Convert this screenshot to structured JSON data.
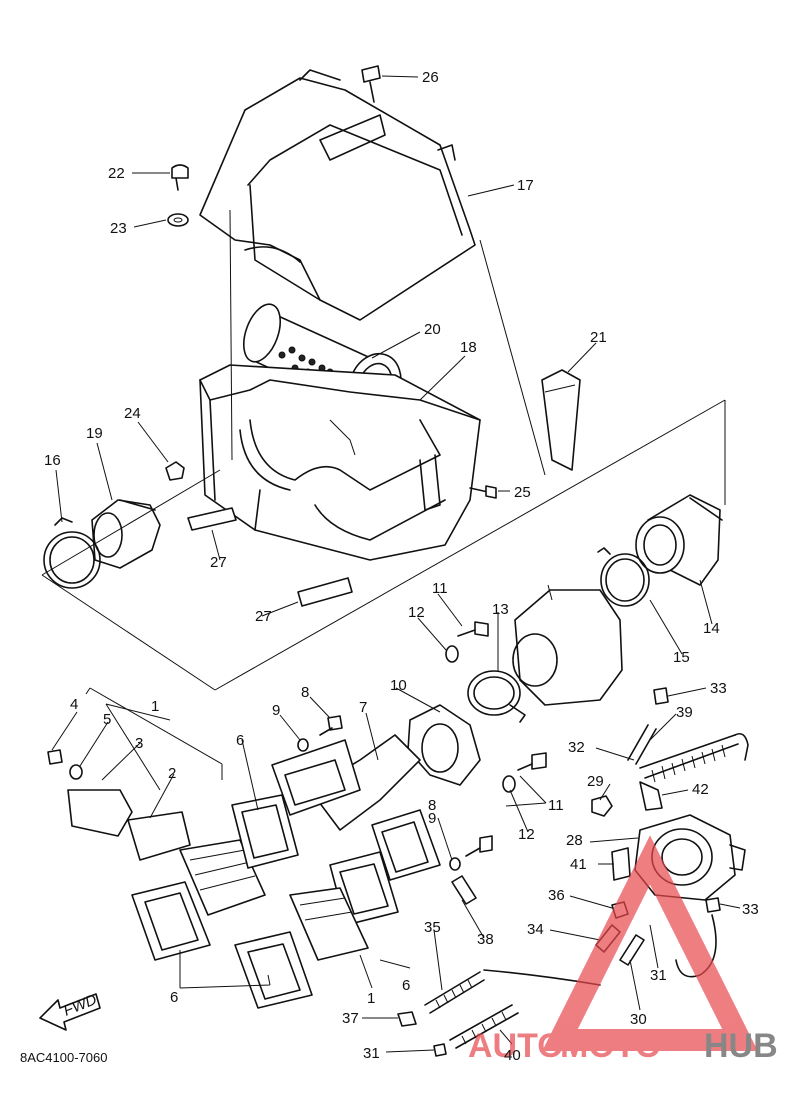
{
  "diagram_code": "8AC4100-7060",
  "fwd_label": "FWD",
  "watermark": {
    "part1": "AUTO",
    "part2": "MOTO",
    "part3": "HUB",
    "color_red": "#e8474c",
    "color_gray": "#555555"
  },
  "callouts": [
    "1",
    "1",
    "2",
    "3",
    "4",
    "5",
    "6",
    "6",
    "6",
    "7",
    "8",
    "8",
    "9",
    "9",
    "10",
    "11",
    "11",
    "12",
    "12",
    "13",
    "14",
    "15",
    "16",
    "17",
    "18",
    "19",
    "20",
    "21",
    "22",
    "23",
    "24",
    "25",
    "26",
    "27",
    "27",
    "28",
    "29",
    "30",
    "31",
    "31",
    "32",
    "33",
    "33",
    "34",
    "35",
    "36",
    "37",
    "38",
    "39",
    "40",
    "41",
    "42"
  ]
}
